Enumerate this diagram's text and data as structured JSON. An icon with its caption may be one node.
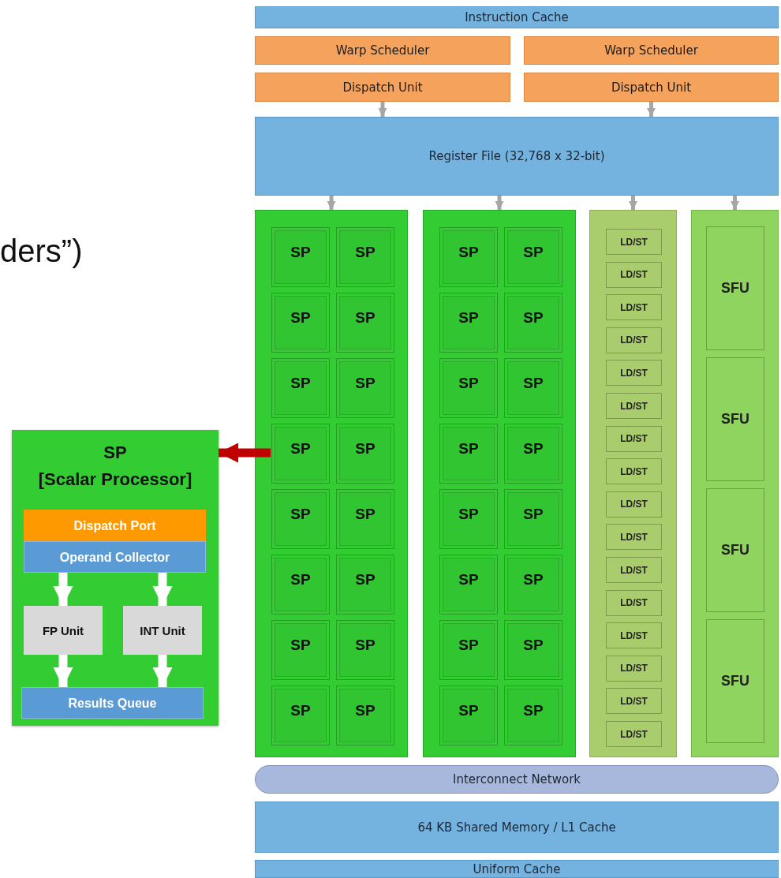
{
  "diagram": {
    "nodes": [
      {
        "text": [
          "Instruction Cache"
        ]
      },
      {
        "text": [
          "Warp Scheduler"
        ]
      },
      {
        "text": [
          "Warp Scheduler"
        ]
      },
      {
        "text": [
          "Dispatch Unit"
        ]
      },
      {
        "text": [
          "Dispatch Unit"
        ]
      },
      {
        "text": [
          "Register File (32,768 x 32-bit)"
        ]
      },
      {
        "text": [],
        "shape": "box"
      },
      {
        "text": [
          "SP"
        ],
        "in": 6
      },
      {
        "text": [
          "SP"
        ],
        "in": 6
      },
      {
        "text": [
          "SP"
        ],
        "in": 6
      },
      {
        "text": [
          "SP"
        ],
        "in": 6
      },
      {
        "text": [
          "SP"
        ],
        "in": 6
      },
      {
        "text": [
          "SP"
        ],
        "in": 6
      },
      {
        "text": [
          "SP"
        ],
        "in": 6
      },
      {
        "text": [
          "SP"
        ],
        "in": 6
      },
      {
        "text": [
          "SP"
        ],
        "in": 6
      },
      {
        "text": [
          "SP"
        ],
        "in": 6
      },
      {
        "text": [
          "SP"
        ],
        "in": 6
      },
      {
        "text": [
          "SP"
        ],
        "in": 6
      },
      {
        "text": [
          "SP"
        ],
        "in": 6
      },
      {
        "text": [
          "SP"
        ],
        "in": 6
      },
      {
        "text": [
          "SP"
        ],
        "in": 6
      },
      {
        "text": [
          "SP"
        ],
        "in": 6
      },
      {
        "text": [],
        "shape": "box"
      },
      {
        "text": [
          "SP"
        ],
        "in": 23
      },
      {
        "text": [
          "SP"
        ],
        "in": 23
      },
      {
        "text": [
          "SP"
        ],
        "in": 23
      },
      {
        "text": [
          "SP"
        ],
        "in": 23
      },
      {
        "text": [
          "SP"
        ],
        "in": 23
      },
      {
        "text": [
          "SP"
        ],
        "in": 23
      },
      {
        "text": [
          "SP"
        ],
        "in": 23
      },
      {
        "text": [
          "SP"
        ],
        "in": 23
      },
      {
        "text": [
          "SP"
        ],
        "in": 23
      },
      {
        "text": [
          "SP"
        ],
        "in": 23
      },
      {
        "text": [
          "SP"
        ],
        "in": 23
      },
      {
        "text": [
          "SP"
        ],
        "in": 23
      },
      {
        "text": [
          "SP"
        ],
        "in": 23
      },
      {
        "text": [
          "SP"
        ],
        "in": 23
      },
      {
        "text": [
          "SP"
        ],
        "in": 23
      },
      {
        "text": [
          "SP"
        ],
        "in": 23
      },
      {
        "text": [],
        "shape": "box"
      },
      {
        "text": [
          "LD/ST"
        ],
        "in": 40
      },
      {
        "text": [
          "LD/ST"
        ],
        "in": 40
      },
      {
        "text": [
          "LD/ST"
        ],
        "in": 40
      },
      {
        "text": [
          "LD/ST"
        ],
        "in": 40
      },
      {
        "text": [
          "LD/ST"
        ],
        "in": 40
      },
      {
        "text": [
          "LD/ST"
        ],
        "in": 40
      },
      {
        "text": [
          "LD/ST"
        ],
        "in": 40
      },
      {
        "text": [
          "LD/ST"
        ],
        "in": 40
      },
      {
        "text": [
          "LD/ST"
        ],
        "in": 40
      },
      {
        "text": [
          "LD/ST"
        ],
        "in": 40
      },
      {
        "text": [
          "LD/ST"
        ],
        "in": 40
      },
      {
        "text": [
          "LD/ST"
        ],
        "in": 40
      },
      {
        "text": [
          "LD/ST"
        ],
        "in": 40
      },
      {
        "text": [
          "LD/ST"
        ],
        "in": 40
      },
      {
        "text": [
          "LD/ST"
        ],
        "in": 40
      },
      {
        "text": [
          "LD/ST"
        ],
        "in": 40
      },
      {
        "text": [],
        "shape": "box"
      },
      {
        "text": [
          "SFU"
        ],
        "in": 57
      },
      {
        "text": [
          "SFU"
        ],
        "in": 57
      },
      {
        "text": [
          "SFU"
        ],
        "in": 57
      },
      {
        "text": [
          "SFU"
        ],
        "in": 57
      },
      {
        "text": [
          "Interconnect Network"
        ]
      },
      {
        "text": [
          "64 KB Shared Memory / L1 Cache"
        ]
      },
      {
        "text": [
          "Uniform Cache"
        ]
      },
      {
        "text": [
          "SP",
          "[Scalar Processor]"
        ]
      },
      {
        "text": [
          "Dispatch Port"
        ],
        "in": 65
      },
      {
        "text": [
          "Operand Collector"
        ],
        "in": 65
      },
      {
        "text": [
          "FP Unit"
        ],
        "in": 65
      },
      {
        "text": [
          "INT Unit"
        ],
        "in": 65
      },
      {
        "text": [
          "Results Queue"
        ],
        "in": 65
      }
    ],
    "edges": [
      {
        "from": 3,
        "to": 5,
        "arrow": "to"
      },
      {
        "from": 4,
        "to": 5,
        "arrow": "to"
      },
      {
        "from": 5,
        "to": 6,
        "arrow": "to"
      },
      {
        "from": 5,
        "to": 23,
        "arrow": "to"
      },
      {
        "from": 5,
        "to": 40,
        "arrow": "to"
      },
      {
        "from": 5,
        "to": 57,
        "arrow": "to"
      },
      {
        "from": 13,
        "to": 65,
        "arrow": "to",
        "style": "thick",
        "color": "#c00000"
      },
      {
        "from": 67,
        "to": 68,
        "arrow": "to",
        "style": "thick",
        "color": "#ffffff"
      },
      {
        "from": 67,
        "to": 69,
        "arrow": "to",
        "style": "thick",
        "color": "#ffffff"
      },
      {
        "from": 68,
        "to": 70,
        "arrow": "to",
        "style": "thick",
        "color": "#ffffff"
      },
      {
        "from": 69,
        "to": 70,
        "arrow": "to",
        "style": "thick",
        "color": "#ffffff"
      }
    ],
    "labels": [
      "ders”)"
    ]
  }
}
